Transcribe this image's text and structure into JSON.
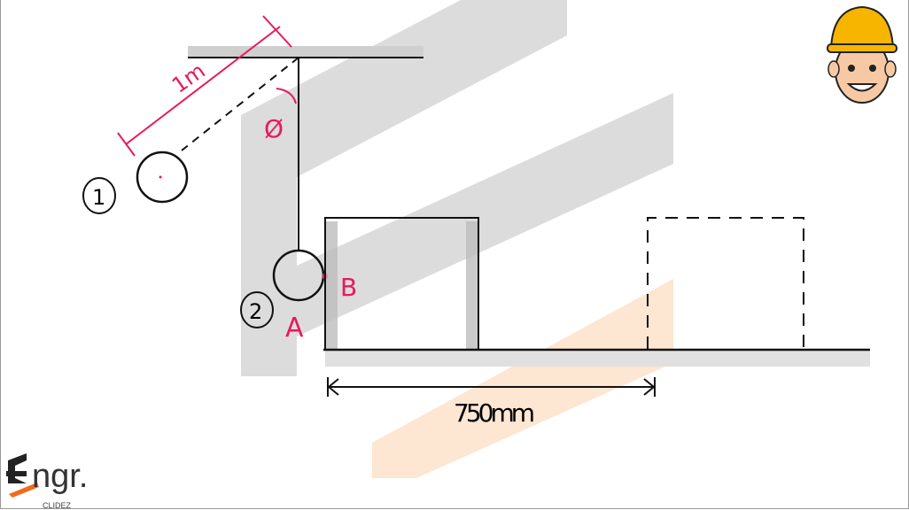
{
  "diagram": {
    "length_label": "1m",
    "angle_label": "Ø",
    "position_1_label": "1",
    "position_2_label": "2",
    "point_a_label": "A",
    "point_b_label": "B",
    "distance_label": "750mm"
  },
  "logo": {
    "text": "ngr.",
    "subtext": "CLIDEZ"
  },
  "colors": {
    "annotation": "#e8195e",
    "line": "#111111",
    "watermark_gray": "#d9d9d9",
    "watermark_orange": "#fbe3cf",
    "logo_orange": "#f26a1b"
  }
}
